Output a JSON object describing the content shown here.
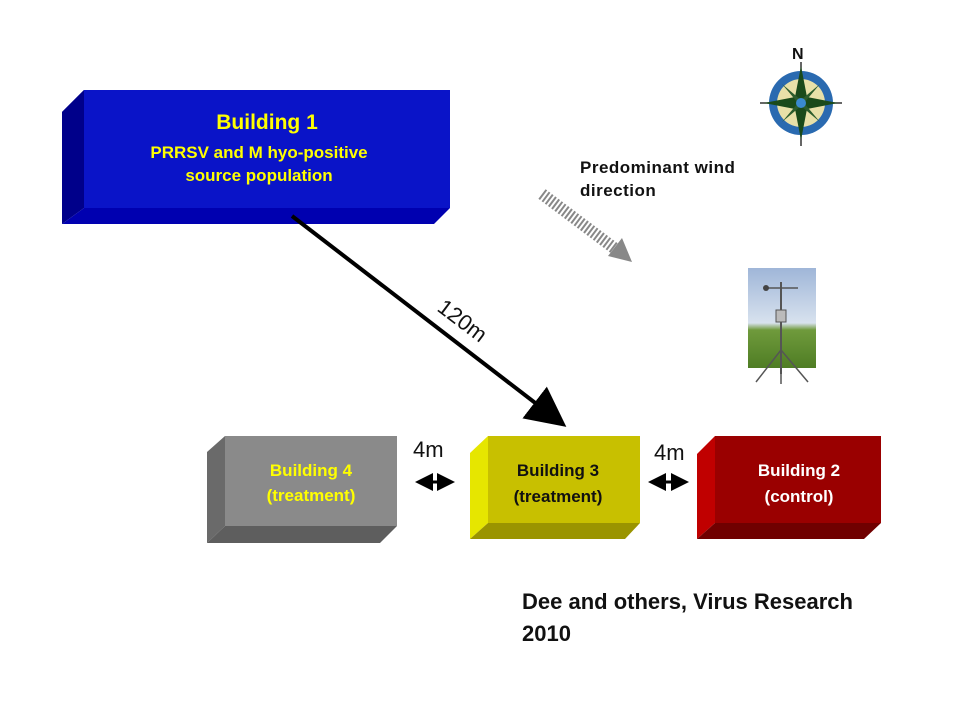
{
  "colors": {
    "building1": "#0a14c8",
    "building2": "#9a0000",
    "building3": "#c8c000",
    "building4": "#8a8a8a",
    "label_yellow": "#ffff00"
  },
  "compass": {
    "north_label": "N"
  },
  "wind": {
    "text": "Predominant wind direction"
  },
  "buildings": {
    "b1": {
      "title": "Building 1",
      "subtitle_line1": "PRRSV and M hyo-positive",
      "subtitle_line2": "source population"
    },
    "b2": {
      "line1": "Building 2",
      "line2": "(control)"
    },
    "b3": {
      "line1": "Building 3",
      "line2": "(treatment)"
    },
    "b4": {
      "line1": "Building 4",
      "line2": "(treatment)"
    }
  },
  "distances": {
    "main": "120m",
    "gap_left": "4m",
    "gap_right": "4m"
  },
  "citation": {
    "line1": "Dee and others, Virus Research",
    "line2": "2010"
  }
}
